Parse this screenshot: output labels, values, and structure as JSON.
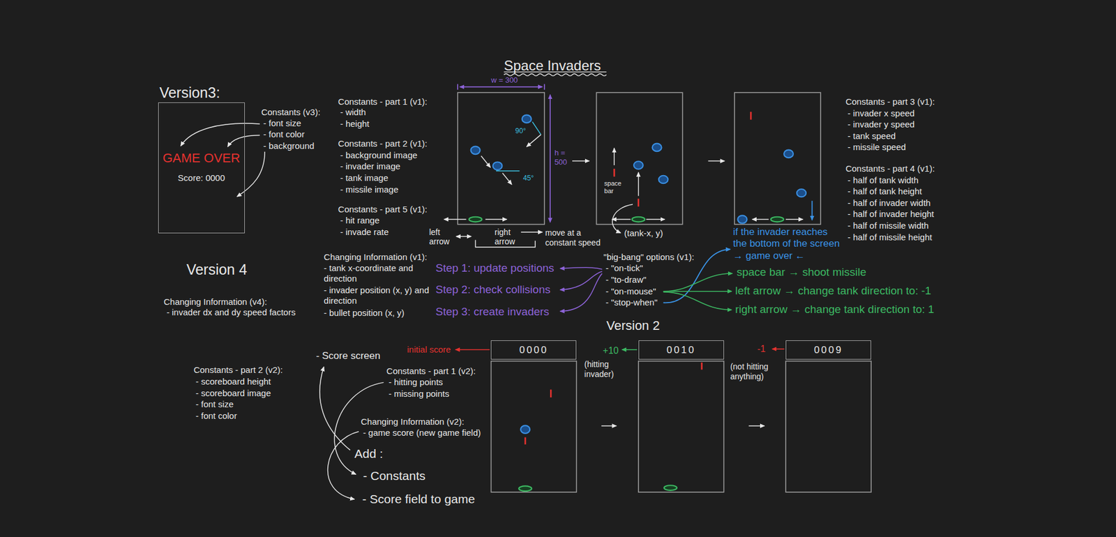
{
  "diagram": {
    "title": "Space Invaders",
    "nodes": [
      {
        "text": [
          "GAME OVER",
          "Score: 0000"
        ]
      },
      {
        "text": [
          "0000"
        ]
      },
      {
        "text": [
          "0010"
        ]
      },
      {
        "text": [
          "0009"
        ]
      }
    ],
    "labels": [
      "Version3:",
      "Constants (v3):",
      "- font size",
      "- font color",
      "- background",
      "Version 4",
      "Changing Information (v4):",
      "- invader dx and dy speed factors",
      "Constants - part 1 (v1):",
      "- width",
      "- height",
      "Constants - part 2 (v1):",
      "- background image",
      "- invader image",
      "- tank image",
      "- missile image",
      "Constants - part 5 (v1):",
      "- hit range",
      "- invade rate",
      "w = 300",
      "h = 500",
      "90°",
      "45°",
      "left arrow",
      "right arrow",
      "move at a constant speed",
      "space bar",
      "(tank-x, y)",
      "Constants - part 3 (v1):",
      "- invader x speed",
      "- invader y speed",
      "- tank speed",
      "- missile speed",
      "Constants - part 4 (v1):",
      "- half of tank width",
      "- half of tank height",
      "- half of invader width",
      "- half of invader height",
      "- half of missile width",
      "- half of missile height",
      "if the invader reaches the bottom of the screen → game over ←",
      "Changing Information (v1):",
      "- tank x-coordinate and direction",
      "- invader position (x, y) and direction",
      "- bullet position (x, y)",
      "Step 1: update positions",
      "Step 2: check collisions",
      "Step 3: create invaders",
      "\"big-bang\" options (v1):",
      "- \"on-tick\"",
      "- \"to-draw\"",
      "- \"on-mouse\"",
      "- \"stop-when\"",
      "space bar → shoot missile",
      "left arrow → change tank direction to: -1",
      "right arrow → change tank direction to: 1",
      "Version 2",
      "- Score screen",
      "initial score",
      "+10",
      "(hitting invader)",
      "-1",
      "(not hitting anything)",
      "Constants - part 2 (v2):",
      "- scoreboard height",
      "- scoreboard image",
      "- font size",
      "- font color",
      "Constants - part 1 (v2):",
      "- hitting points",
      "- missing points",
      "Changing Information (v2):",
      "- game score (new game field)",
      "Add :",
      "- Constants",
      "- Score field to game"
    ]
  }
}
